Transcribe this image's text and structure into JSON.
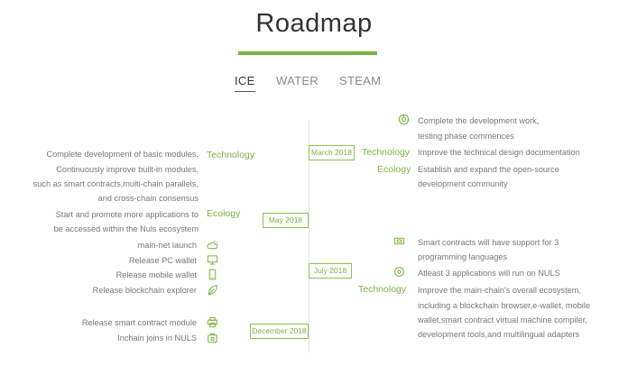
{
  "page": {
    "title": "Roadmap",
    "accent": "#7cb342"
  },
  "tabs": [
    {
      "label": "ICE",
      "active": true
    },
    {
      "label": "WATER",
      "active": false
    },
    {
      "label": "STEAM",
      "active": false
    }
  ],
  "timeline": {
    "dates": [
      "March 2018",
      "May 2018",
      "July 2018",
      "December 2018"
    ],
    "left": {
      "technology_label": "Technology",
      "technology_lines": [
        "Complete development of basic modules,",
        "Continuously improve built-in modules,",
        "such as smart contracts,multi-chain parallels,",
        "and cross-chain consensus"
      ],
      "ecology_label": "Ecology",
      "ecology_lines": [
        "Start and promote more applications to",
        "be accessed within the Nuls ecosystem"
      ],
      "milestones": [
        {
          "label": "main-net launch",
          "icon": "cloud-sun-icon"
        },
        {
          "label": "Release PC wallet",
          "icon": "monitor-icon"
        },
        {
          "label": "Release mobile wallet",
          "icon": "mobile-phone-icon"
        },
        {
          "label": "Release blockchain explorer",
          "icon": "leaf-icon"
        },
        {
          "label": "Release smart contract module",
          "icon": "printer-icon"
        },
        {
          "label": "Inchain joins in NULS",
          "icon": "bag-icon"
        }
      ]
    },
    "right": {
      "dev_lines": [
        "Complete the development work,",
        "testing phase commences"
      ],
      "dev_icon": "ring-icon",
      "technology_label": "Technology",
      "technology_text": "Improve the technical design documentation",
      "ecology_label": "Ecology",
      "ecology_lines": [
        "Establish and expand the open-source",
        "development community"
      ],
      "smart_lines": [
        "Smart contracts will have support for 3",
        "programming languages"
      ],
      "smart_icon": "card-icon",
      "apps_text": "Atleast 3 applications will run on NULS",
      "apps_icon": "target-icon",
      "technology2_label": "Technology",
      "technology2_lines": [
        "Improve the main-chain's overall ecosystem,",
        "including a blockchain browser,e-wallet, mobile",
        "wallet,smart contract virtual machine compiler,",
        "development tools,and multilingual adapters"
      ]
    }
  }
}
